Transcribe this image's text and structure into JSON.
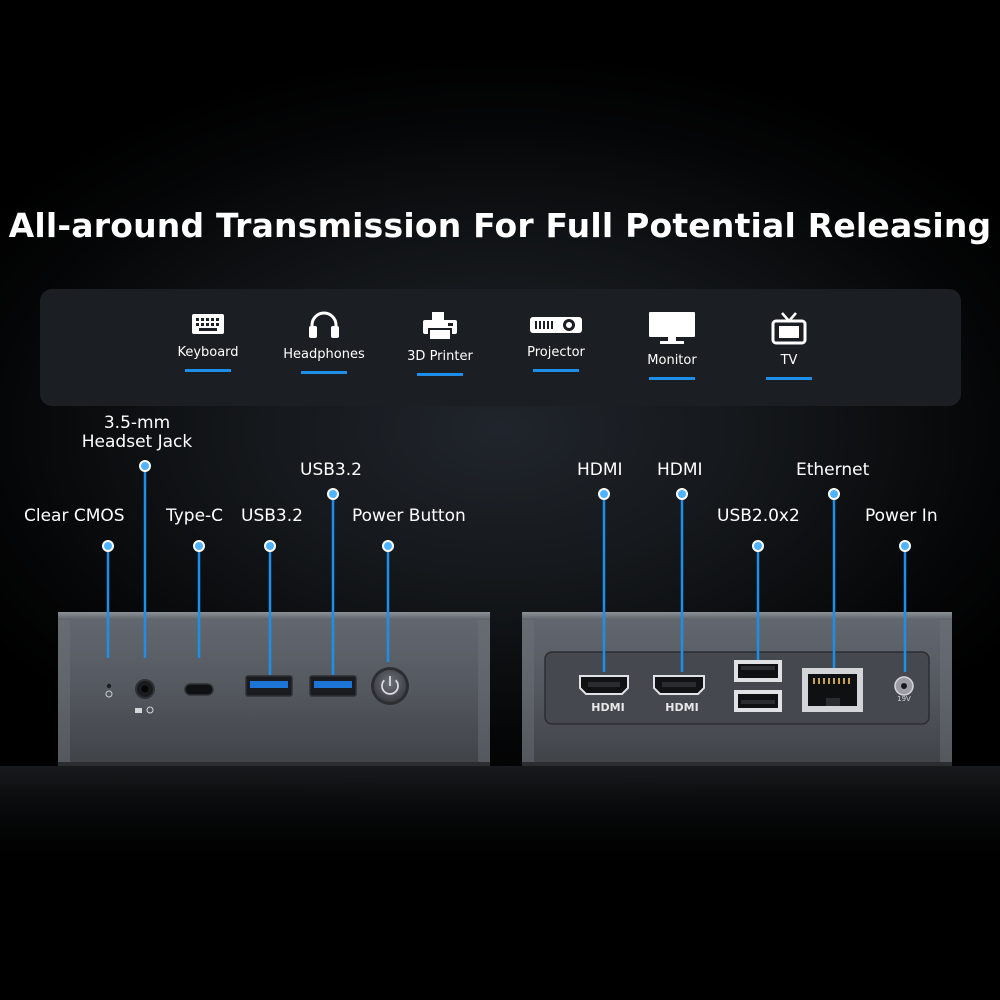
{
  "title": "All-around Transmission For Full Potential Releasing",
  "devices": [
    {
      "label": "Keyboard",
      "icon": "keyboard-icon"
    },
    {
      "label": "Headphones",
      "icon": "headphones-icon"
    },
    {
      "label": "3D Printer",
      "icon": "printer-icon"
    },
    {
      "label": "Projector",
      "icon": "projector-icon"
    },
    {
      "label": "Monitor",
      "icon": "monitor-icon"
    },
    {
      "label": "TV",
      "icon": "tv-icon"
    }
  ],
  "front_ports": {
    "clear_cmos": "Clear CMOS",
    "headset_jack_line1": "3.5-mm",
    "headset_jack_line2": "Headset Jack",
    "type_c": "Type-C",
    "usb32_a": "USB3.2",
    "usb32_b": "USB3.2",
    "power_button": "Power Button"
  },
  "rear_ports": {
    "hdmi_1": "HDMI",
    "hdmi_2": "HDMI",
    "usb20": "USB2.0x2",
    "ethernet": "Ethernet",
    "power_in": "Power In"
  },
  "port_marks": {
    "hdmi_logo_1": "HDMI",
    "hdmi_logo_2": "HDMI",
    "dc_spec": "19V"
  },
  "colors": {
    "accent": "#1d8fe8",
    "dot": "#4fb3ff",
    "chassis": "#52565c"
  }
}
